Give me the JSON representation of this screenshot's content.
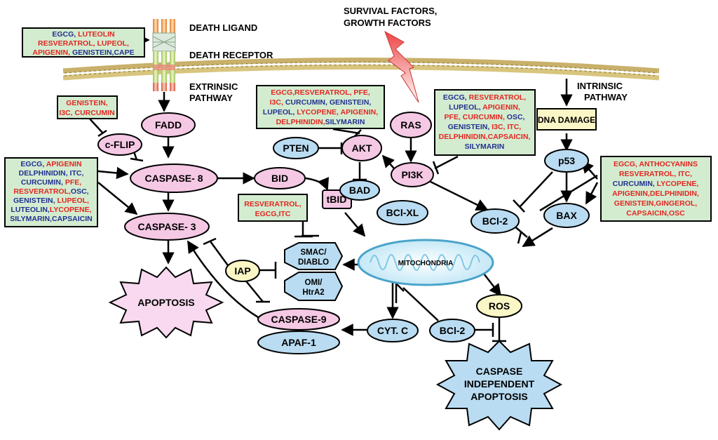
{
  "labels": {
    "death_ligand": "DEATH LIGAND",
    "death_receptor": "DEATH RECEPTOR",
    "extrinsic_1": "EXTRINSIC",
    "extrinsic_2": "PATHWAY",
    "intrinsic_1": "INTRINSIC",
    "intrinsic_2": "PATHWAY",
    "survival_1": "SURVIVAL FACTORS,",
    "survival_2": "GROWTH FACTORS"
  },
  "nodes": {
    "fadd": "FADD",
    "cflip": "c-FLIP",
    "caspase8": "CASPASE- 8",
    "caspase3": "CASPASE- 3",
    "apoptosis": "APOPTOSIS",
    "bid": "BID",
    "tbid": "tBID",
    "pten": "PTEN",
    "akt": "AKT",
    "bad": "BAD",
    "ras": "RAS",
    "pi3k": "PI3K",
    "bclxl": "BCl-XL",
    "bcl2_top": "BCl-2",
    "bcl2_bottom": "BCl-2",
    "dna_damage": "DNA DAMAGE",
    "p53": "p53",
    "bax": "BAX",
    "mitochondria": "MITOCHONDRIA",
    "smac_1": "SMAC/",
    "smac_2": "DIABLO",
    "omi_1": "OMI/",
    "omi_2": "HtrA2",
    "iap": "IAP",
    "caspase9": "CASPASE-9",
    "apaf1": "APAF-1",
    "cytc": "CYT. C",
    "ros": "ROS",
    "cia_1": "CASPASE",
    "cia_2": "INDEPENDENT",
    "cia_3": "APOPTOSIS"
  },
  "boxes": {
    "box1": [
      [
        {
          "t": "EGCG, ",
          "c": "blue"
        },
        {
          "t": "LUTEOLIN",
          "c": "red"
        }
      ],
      [
        {
          "t": "RESVERATROL, LUPEOL,",
          "c": "red"
        }
      ],
      [
        {
          "t": "APIGENIN, ",
          "c": "red"
        },
        {
          "t": "GENISTEIN,CAPE",
          "c": "blue"
        }
      ]
    ],
    "box2": [
      [
        {
          "t": "GENISTEIN,",
          "c": "red"
        }
      ],
      [
        {
          "t": "I3C, CURCUMIN",
          "c": "red"
        }
      ]
    ],
    "box3": [
      [
        {
          "t": "EGCG, ",
          "c": "blue"
        },
        {
          "t": "APIGENIN",
          "c": "red"
        }
      ],
      [
        {
          "t": "DELPHINIDIN, ITC,",
          "c": "blue"
        }
      ],
      [
        {
          "t": "CURCUMIN, ",
          "c": "blue"
        },
        {
          "t": "PFE,",
          "c": "red"
        }
      ],
      [
        {
          "t": "RESVERATROL,",
          "c": "red"
        },
        {
          "t": "OSC,",
          "c": "blue"
        }
      ],
      [
        {
          "t": "GENISTEIN, ",
          "c": "blue"
        },
        {
          "t": "LUPEOL,",
          "c": "red"
        }
      ],
      [
        {
          "t": "LUTEOLIN,",
          "c": "blue"
        },
        {
          "t": "LYCOPENE,",
          "c": "red"
        }
      ],
      [
        {
          "t": "SILYMARIN,CAPSAICIN",
          "c": "blue"
        }
      ]
    ],
    "box4": [
      [
        {
          "t": "EGCG,RESVERATROL, PFE,",
          "c": "red"
        }
      ],
      [
        {
          "t": "I3C, ",
          "c": "red"
        },
        {
          "t": "CURCUMIN, GENISTEIN,",
          "c": "blue"
        }
      ],
      [
        {
          "t": "LUPEOL, ",
          "c": "blue"
        },
        {
          "t": "LYCOPENE, APIGENIN,",
          "c": "red"
        }
      ],
      [
        {
          "t": "DELPHINIDIN,",
          "c": "red"
        },
        {
          "t": "SILYMARIN",
          "c": "blue"
        }
      ]
    ],
    "box5": [
      [
        {
          "t": "EGCG, ",
          "c": "blue"
        },
        {
          "t": "RESVERATROL,",
          "c": "red"
        }
      ],
      [
        {
          "t": "LUPEOL, ",
          "c": "blue"
        },
        {
          "t": "APIGENIN,",
          "c": "red"
        }
      ],
      [
        {
          "t": "PFE, CURCUMIN, ",
          "c": "red"
        },
        {
          "t": "OSC,",
          "c": "blue"
        }
      ],
      [
        {
          "t": "GENISTEIN, ",
          "c": "blue"
        },
        {
          "t": "I3C, ITC,",
          "c": "red"
        }
      ],
      [
        {
          "t": "DELPHINIDIN,CAPSAICIN,",
          "c": "red"
        }
      ],
      [
        {
          "t": "SILYMARIN",
          "c": "blue"
        }
      ]
    ],
    "box6": [
      [
        {
          "t": "RESVERATROL,",
          "c": "red"
        }
      ],
      [
        {
          "t": "EGCG,ITC",
          "c": "red"
        }
      ]
    ],
    "box7": [
      [
        {
          "t": "EGCG, ANTHOCYANINS",
          "c": "red"
        }
      ],
      [
        {
          "t": "RESVERATROL, ITC,",
          "c": "red"
        }
      ],
      [
        {
          "t": "CURCUMIN, ",
          "c": "blue"
        },
        {
          "t": "LYCOPENE,",
          "c": "red"
        }
      ],
      [
        {
          "t": "APIGENIN,DELPHINIDIN,",
          "c": "red"
        }
      ],
      [
        {
          "t": "GENISTEIN,",
          "c": "red"
        },
        {
          "t": "GINGEROL,",
          "c": "red"
        }
      ],
      [
        {
          "t": "CAPSAICIN,OSC",
          "c": "red"
        }
      ]
    ]
  },
  "colors": {
    "pink_node": "#f5c8e4",
    "blue_node": "#b9dcf2",
    "yellow_node": "#fbf6c6",
    "green_box": "#d3ecd0",
    "red_text": "#e3261f",
    "blue_text": "#21308f",
    "membrane": "#c9b16b"
  }
}
